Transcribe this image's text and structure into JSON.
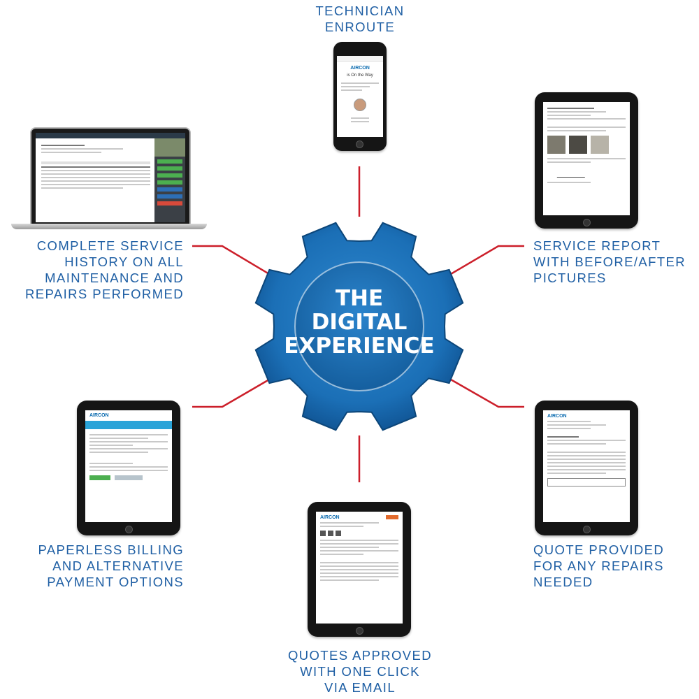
{
  "center": {
    "title_lines": [
      "THE",
      "DIGITAL",
      "EXPERIENCE"
    ]
  },
  "items": {
    "technician": {
      "label": "TECHNICIAN\nENROUTE"
    },
    "service_history": {
      "label": "COMPLETE SERVICE\nHISTORY ON ALL\nMAINTENANCE AND\nREPAIRS PERFORMED"
    },
    "service_report": {
      "label": "SERVICE REPORT\nWITH BEFORE/AFTER\nPICTURES"
    },
    "billing": {
      "label": "PAPERLESS BILLING\nAND ALTERNATIVE\nPAYMENT OPTIONS"
    },
    "quote": {
      "label": "QUOTE PROVIDED\nFOR ANY REPAIRS\nNEEDED"
    },
    "approve": {
      "label": "QUOTES APPROVED\nWITH ONE CLICK\nVIA EMAIL"
    }
  },
  "phone_screen": {
    "brand": "AIRCON",
    "headline_1": "is On the Way"
  },
  "colors": {
    "label_blue": "#1f5fa4",
    "connector_red": "#cc1f2a",
    "gear_blue": "#1b6fb6",
    "gear_dark": "#0e4f8d"
  }
}
